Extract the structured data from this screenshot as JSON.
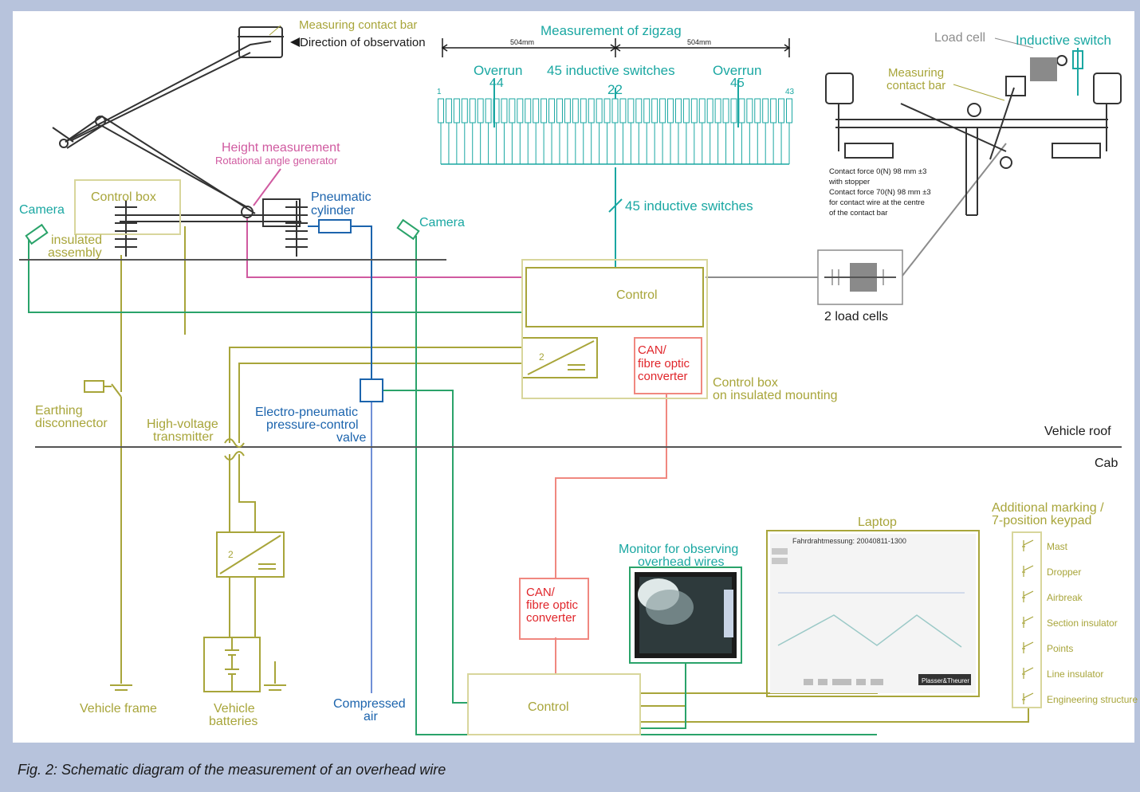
{
  "caption": "Fig. 2: Schematic diagram of the measurement of an overhead wire",
  "colors": {
    "background": "#b7c3dc",
    "olive": "#a8a53a",
    "teal": "#1aa7a2",
    "blue": "#1c64ad",
    "red": "#e0262b",
    "pink": "#d05aa0",
    "gray": "#8c8c8c"
  },
  "labels": {
    "measuring_contact_bar_top": "Measuring contact bar",
    "direction_of_observation": "Direction of observation",
    "measurement_of_zigzag": "Measurement of zigzag",
    "dim_left": "504mm",
    "dim_right": "504mm",
    "overrun_left": "Overrun",
    "overrun_left_num": "44",
    "inductive_switches_45": "45 inductive switches",
    "center_num": "22",
    "overrun_right": "Overrun",
    "overrun_right_num": "45",
    "switch_first": "1",
    "switch_last": "43",
    "inductive_switches_bus": "45 inductive switches",
    "load_cell": "Load cell",
    "inductive_switch": "Inductive switch",
    "measuring_contact_bar_1": "Measuring",
    "measuring_contact_bar_2": "contact bar",
    "contact_force_1": "Contact force   0(N) 98 mm ±3",
    "contact_force_2": "with stopper",
    "contact_force_3": "Contact force 70(N) 98 mm ±3",
    "contact_force_4": "for contact wire at the centre",
    "contact_force_5": "of the contact bar",
    "height_measurement": "Height measurement",
    "rotational_angle_generator": "Rotational angle generator",
    "control_box": "Control box",
    "camera_left": "Camera",
    "camera_right": "Camera",
    "insulated_assembly_1": "insulated",
    "insulated_assembly_2": "assembly",
    "pneumatic_cylinder_1": "Pneumatic",
    "pneumatic_cylinder_2": "cylinder",
    "control_top": "Control",
    "load_cells": "2 load cells",
    "can_top_1": "CAN/",
    "can_top_2": "fibre optic",
    "can_top_3": "converter",
    "control_box_mounting_1": "Control box",
    "control_box_mounting_2": "on insulated mounting",
    "earthing_disconnector_1": "Earthing",
    "earthing_disconnector_2": "disconnector",
    "hv_transmitter_1": "High-voltage",
    "hv_transmitter_2": "transmitter",
    "ep_valve_1": "Electro-pneumatic",
    "ep_valve_2": "pressure-control",
    "ep_valve_3": "valve",
    "vehicle_roof": "Vehicle roof",
    "cab": "Cab",
    "converter_symbol": "2",
    "converter_symbol_low": "2",
    "can_bottom_1": "CAN/",
    "can_bottom_2": "fibre optic",
    "can_bottom_3": "converter",
    "monitor_1": "Monitor for observing",
    "monitor_2": "overhead wires",
    "laptop": "Laptop",
    "laptop_screen_title": "Fahrdrahtmessung: 20040811-1300",
    "laptop_brand": "Plasser&Theurer",
    "additional_marking_1": "Additional marking /",
    "additional_marking_2": "7-position keypad",
    "control_bottom": "Control",
    "vehicle_frame": "Vehicle frame",
    "vehicle_batteries_1": "Vehicle",
    "vehicle_batteries_2": "batteries",
    "compressed_air_1": "Compressed",
    "compressed_air_2": "air"
  },
  "keypad_items": [
    "Mast",
    "Dropper",
    "Airbreak",
    "Section insulator",
    "Points",
    "Line insulator",
    "Engineering structure"
  ]
}
